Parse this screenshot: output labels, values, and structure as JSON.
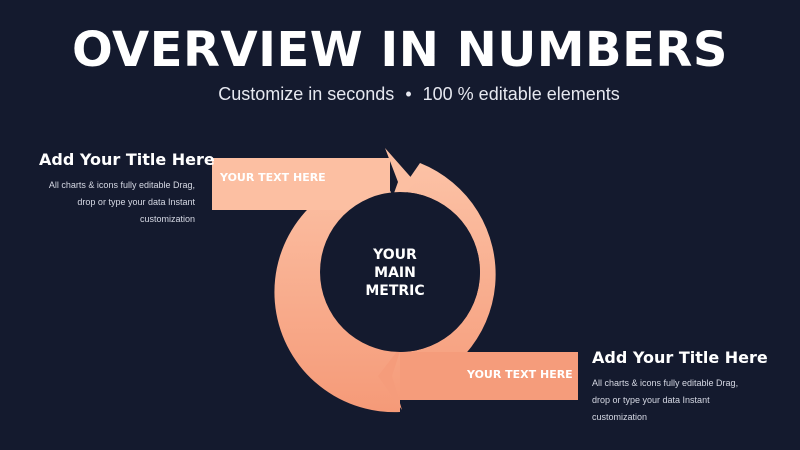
{
  "header": {
    "title": "OVERVIEW IN NUMBERS",
    "subtitle_part1": "Customize in seconds",
    "subtitle_separator": "•",
    "subtitle_part2": "100 % editable elements"
  },
  "diagram": {
    "center_line1": "YOUR",
    "center_line2": "MAIN",
    "center_line3": "METRIC",
    "top_arrow_label": "YOUR TEXT HERE",
    "bottom_arrow_label": "YOUR TEXT HERE",
    "colors": {
      "arrow": "#f6a080",
      "arrow_light": "#fcc2a6",
      "background": "#141a2e"
    }
  },
  "left_block": {
    "title": "Add Your Title Here",
    "line1": "All charts & icons fully editable Drag,",
    "line2": "drop or type your data Instant",
    "line3": "customization"
  },
  "right_block": {
    "title": "Add Your Title Here",
    "line1": "All charts & icons fully editable Drag,",
    "line2": "drop or type your data Instant",
    "line3": "customization"
  }
}
